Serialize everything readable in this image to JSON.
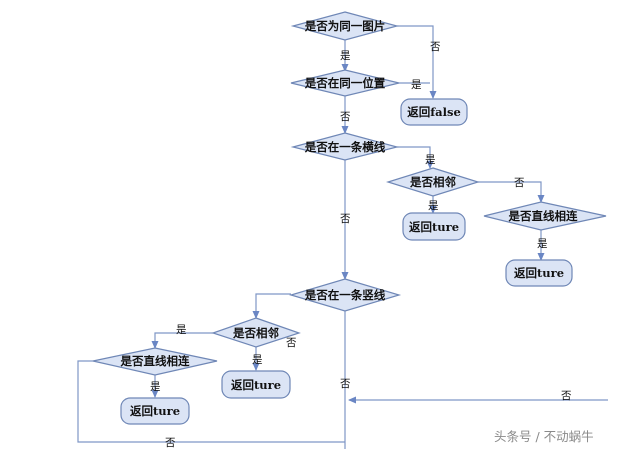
{
  "colors": {
    "shape_fill": "#dbe4f5",
    "shape_stroke": "#6f87b6",
    "arrow": "#6a86c4",
    "line": "#7f97c6",
    "text": "#111111"
  },
  "nodes": {
    "same_image": "是否为同一图片",
    "same_position": "是否在同一位置",
    "same_row": "是否在一条横线",
    "adjacent_row": "是否相邻",
    "straight_connect_row": "是否直线相连",
    "same_column": "是否在一条竖线",
    "adjacent_col": "是否相邻",
    "straight_connect_col": "是否直线相连",
    "return_false": "返回false",
    "return_true_1": "返回ture",
    "return_true_2": "返回ture",
    "return_true_3": "返回ture",
    "return_true_4": "返回ture"
  },
  "edge_labels": {
    "same_image_no": "否",
    "same_image_yes": "是",
    "same_position_yes": "是",
    "same_position_no": "否",
    "same_row_yes": "是",
    "same_row_no": "否",
    "adjacent_row_no": "否",
    "adjacent_row_yes": "是",
    "straight_row_yes": "是",
    "adjacent_col_yes": "是",
    "adjacent_col_no": "否",
    "adjacent_col_yes_down": "是",
    "straight_col_yes": "是",
    "straight_col_no": "否",
    "same_column_no": "否",
    "right_no": "否"
  },
  "watermark": "头条号 / 不动蜗牛"
}
